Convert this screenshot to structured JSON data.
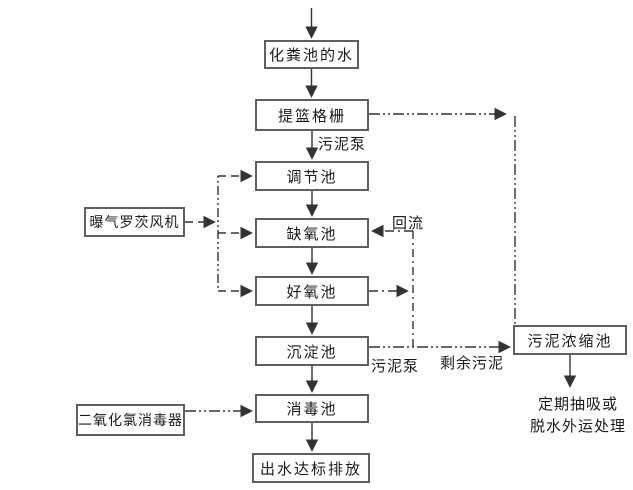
{
  "diagram": {
    "nodes": {
      "septic_water": "化粪池的水",
      "basket_screen": "提篮格栅",
      "regulating_tank": "调节池",
      "anoxic_tank": "缺氧池",
      "aerobic_tank": "好氧池",
      "sedimentation_tank": "沉淀池",
      "disinfection_tank": "消毒池",
      "discharge": "出水达标排放",
      "roots_blower": "曝气罗茨风机",
      "chlorine_dioxide": "二氧化氯消毒器",
      "sludge_thickener": "污泥浓缩池"
    },
    "labels": {
      "lift_sludge_pump": "污泥泵",
      "reflux": "回流",
      "sludge_pump": "污泥泵",
      "excess_sludge": "剩余污泥",
      "disposal_line1": "定期抽吸或",
      "disposal_line2": "脱水外运处理"
    },
    "colors": {
      "line": "#333333",
      "box_border": "#5f5f5f",
      "text": "#1a1a1a",
      "background": "#ffffff"
    }
  }
}
